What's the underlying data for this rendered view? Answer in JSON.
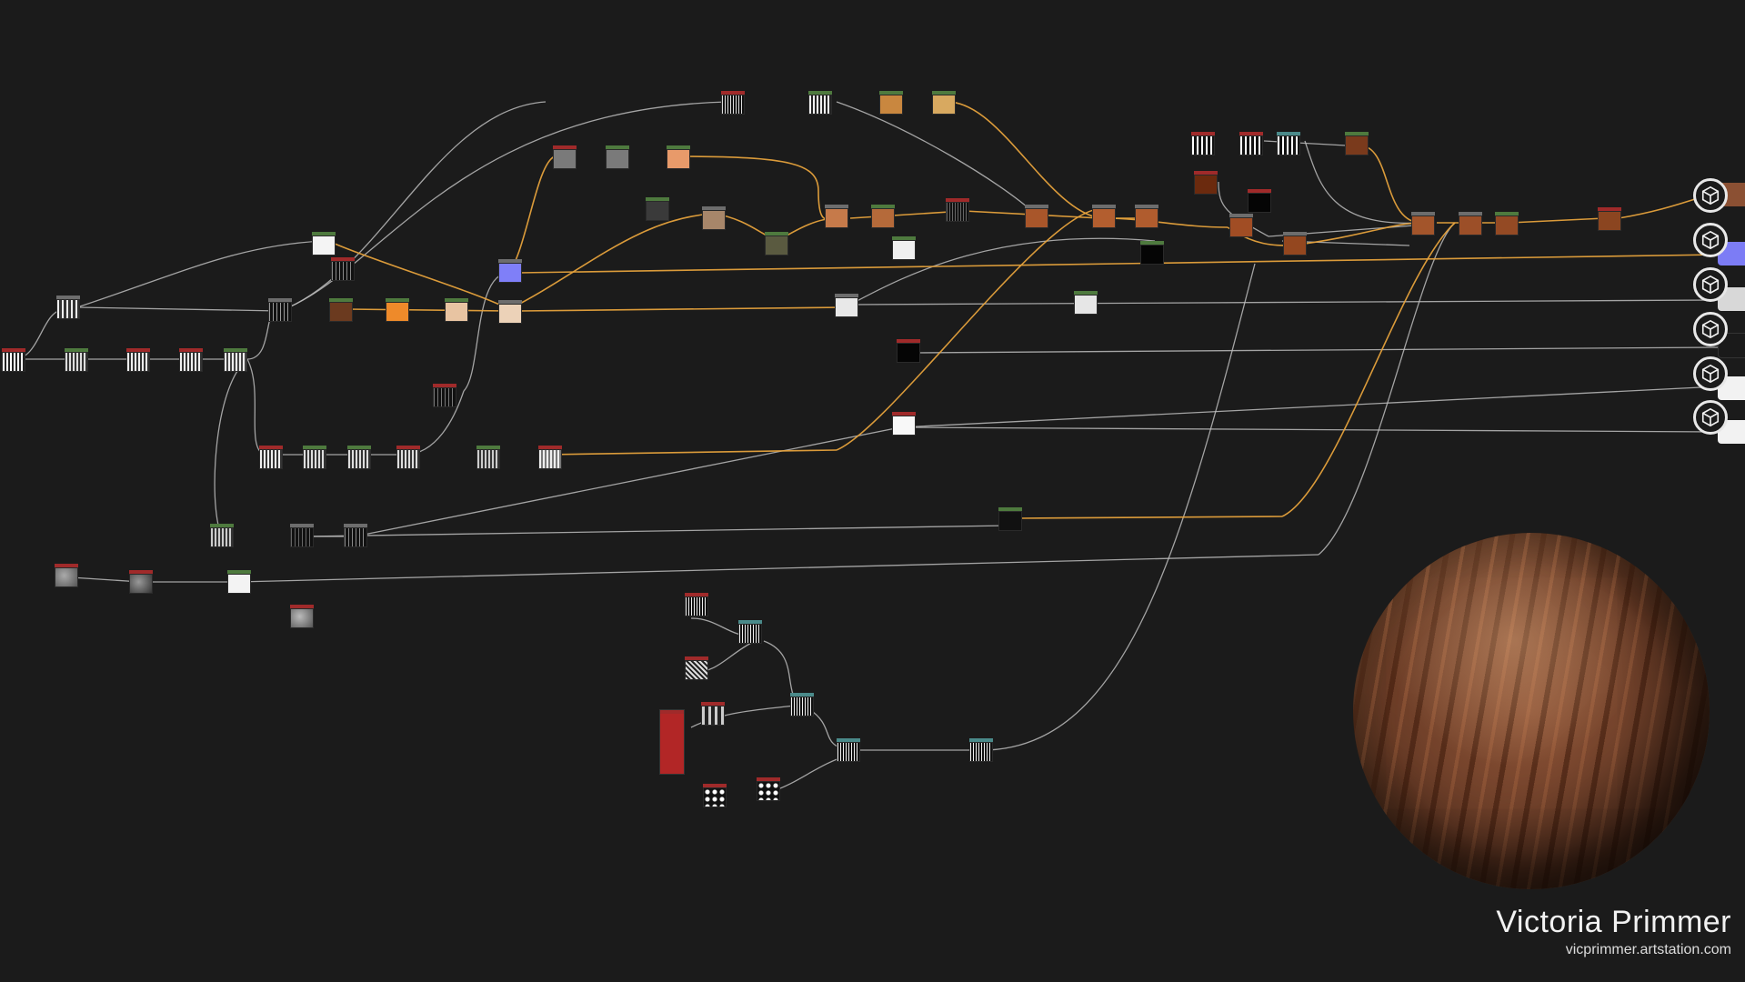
{
  "app": {
    "type": "Substance Designer node graph"
  },
  "colors": {
    "background": "#1b1b1b",
    "wire_gray": "#bcbcbc",
    "wire_orange": "#e6a23c",
    "header_red": "#a02a2a",
    "header_green": "#4e7a3e",
    "header_gray": "#6d6d6d",
    "header_teal": "#4a8a8a"
  },
  "output_nodes": [
    {
      "icon": "cube-icon",
      "tab_color": "#8b5033"
    },
    {
      "icon": "cube-icon",
      "tab_color": "#7c7cf5"
    },
    {
      "icon": "cube-icon",
      "tab_color": "#d8d8d8"
    },
    {
      "icon": "cube-icon",
      "tab_color": "#1a1a1a"
    },
    {
      "icon": "cube-icon",
      "tab_color": "#f2f2f2"
    },
    {
      "icon": "cube-icon",
      "tab_color": "#f2f2f2"
    }
  ],
  "preview": {
    "label": "wood material sphere preview"
  },
  "signature": {
    "name": "Victoria Primmer",
    "site": "vicprimmer.artstation.com"
  }
}
